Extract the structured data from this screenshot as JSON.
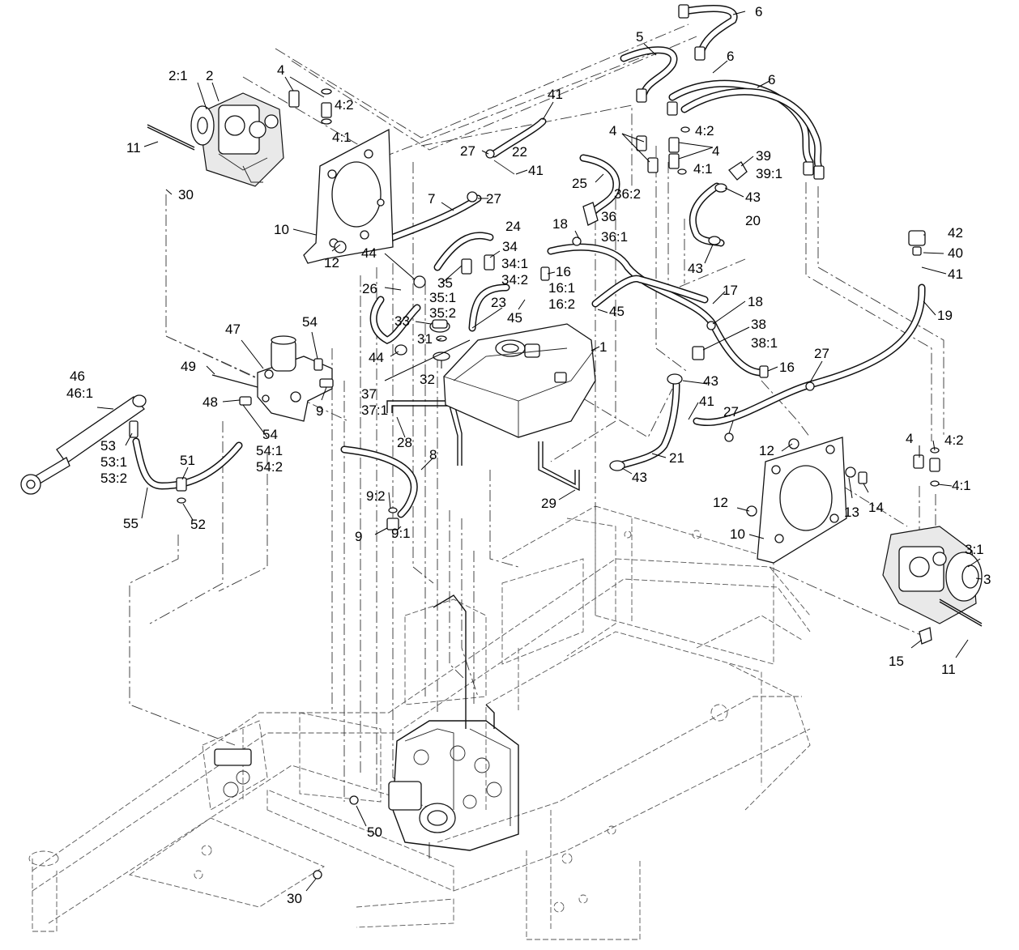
{
  "diagram": {
    "callouts": [
      {
        "id": "c-2-1",
        "text": "2:1"
      },
      {
        "id": "c-2",
        "text": "2"
      },
      {
        "id": "c-4a",
        "text": "4"
      },
      {
        "id": "c-4-2a",
        "text": "4:2"
      },
      {
        "id": "c-4-1a",
        "text": "4:1"
      },
      {
        "id": "c-11a",
        "text": "11"
      },
      {
        "id": "c-30a",
        "text": "30"
      },
      {
        "id": "c-10a",
        "text": "10"
      },
      {
        "id": "c-12a",
        "text": "12"
      },
      {
        "id": "c-5",
        "text": "5"
      },
      {
        "id": "c-6a",
        "text": "6"
      },
      {
        "id": "c-6b",
        "text": "6"
      },
      {
        "id": "c-6c",
        "text": "6"
      },
      {
        "id": "c-41a",
        "text": "41"
      },
      {
        "id": "c-27a",
        "text": "27"
      },
      {
        "id": "c-22",
        "text": "22"
      },
      {
        "id": "c-41b",
        "text": "41"
      },
      {
        "id": "c-7",
        "text": "7"
      },
      {
        "id": "c-27b",
        "text": "27"
      },
      {
        "id": "c-25",
        "text": "25"
      },
      {
        "id": "c-36-2",
        "text": "36:2"
      },
      {
        "id": "c-36",
        "text": "36"
      },
      {
        "id": "c-36-1",
        "text": "36:1"
      },
      {
        "id": "c-4b",
        "text": "4"
      },
      {
        "id": "c-4-2b",
        "text": "4:2"
      },
      {
        "id": "c-4c",
        "text": "4"
      },
      {
        "id": "c-4-1b",
        "text": "4:1"
      },
      {
        "id": "c-39",
        "text": "39"
      },
      {
        "id": "c-39-1",
        "text": "39:1"
      },
      {
        "id": "c-43a",
        "text": "43"
      },
      {
        "id": "c-20",
        "text": "20"
      },
      {
        "id": "c-43b",
        "text": "43"
      },
      {
        "id": "c-24",
        "text": "24"
      },
      {
        "id": "c-18a",
        "text": "18"
      },
      {
        "id": "c-34",
        "text": "34"
      },
      {
        "id": "c-34-1",
        "text": "34:1"
      },
      {
        "id": "c-34-2",
        "text": "34:2"
      },
      {
        "id": "c-16a",
        "text": "16"
      },
      {
        "id": "c-16-1",
        "text": "16:1"
      },
      {
        "id": "c-16-2",
        "text": "16:2"
      },
      {
        "id": "c-44a",
        "text": "44"
      },
      {
        "id": "c-35",
        "text": "35"
      },
      {
        "id": "c-35-1",
        "text": "35:1"
      },
      {
        "id": "c-35-2",
        "text": "35:2"
      },
      {
        "id": "c-26",
        "text": "26"
      },
      {
        "id": "c-23",
        "text": "23"
      },
      {
        "id": "c-45a",
        "text": "45"
      },
      {
        "id": "c-45b",
        "text": "45"
      },
      {
        "id": "c-33",
        "text": "33"
      },
      {
        "id": "c-31",
        "text": "31"
      },
      {
        "id": "c-44b",
        "text": "44"
      },
      {
        "id": "c-32",
        "text": "32"
      },
      {
        "id": "c-1",
        "text": "1"
      },
      {
        "id": "c-17",
        "text": "17"
      },
      {
        "id": "c-18b",
        "text": "18"
      },
      {
        "id": "c-38",
        "text": "38"
      },
      {
        "id": "c-38-1",
        "text": "38:1"
      },
      {
        "id": "c-42",
        "text": "42"
      },
      {
        "id": "c-40",
        "text": "40"
      },
      {
        "id": "c-41c",
        "text": "41"
      },
      {
        "id": "c-19",
        "text": "19"
      },
      {
        "id": "c-47",
        "text": "47"
      },
      {
        "id": "c-54a",
        "text": "54"
      },
      {
        "id": "c-49",
        "text": "49"
      },
      {
        "id": "c-48",
        "text": "48"
      },
      {
        "id": "c-9a",
        "text": "9"
      },
      {
        "id": "c-37",
        "text": "37"
      },
      {
        "id": "c-37-1",
        "text": "37:1"
      },
      {
        "id": "c-16b",
        "text": "16"
      },
      {
        "id": "c-27c",
        "text": "27"
      },
      {
        "id": "c-43c",
        "text": "43"
      },
      {
        "id": "c-41d",
        "text": "41"
      },
      {
        "id": "c-27d",
        "text": "27"
      },
      {
        "id": "c-46",
        "text": "46"
      },
      {
        "id": "c-46-1",
        "text": "46:1"
      },
      {
        "id": "c-54b",
        "text": "54"
      },
      {
        "id": "c-54-1",
        "text": "54:1"
      },
      {
        "id": "c-54-2",
        "text": "54:2"
      },
      {
        "id": "c-28",
        "text": "28"
      },
      {
        "id": "c-8",
        "text": "8"
      },
      {
        "id": "c-21",
        "text": "21"
      },
      {
        "id": "c-43d",
        "text": "43"
      },
      {
        "id": "c-12b",
        "text": "12"
      },
      {
        "id": "c-4d",
        "text": "4"
      },
      {
        "id": "c-4-2c",
        "text": "4:2"
      },
      {
        "id": "c-4-1c",
        "text": "4:1"
      },
      {
        "id": "c-53",
        "text": "53"
      },
      {
        "id": "c-53-1",
        "text": "53:1"
      },
      {
        "id": "c-53-2",
        "text": "53:2"
      },
      {
        "id": "c-51",
        "text": "51"
      },
      {
        "id": "c-29",
        "text": "29"
      },
      {
        "id": "c-12c",
        "text": "12"
      },
      {
        "id": "c-13",
        "text": "13"
      },
      {
        "id": "c-14",
        "text": "14"
      },
      {
        "id": "c-9-2",
        "text": "9:2"
      },
      {
        "id": "c-55",
        "text": "55"
      },
      {
        "id": "c-52",
        "text": "52"
      },
      {
        "id": "c-9b",
        "text": "9"
      },
      {
        "id": "c-9-1",
        "text": "9:1"
      },
      {
        "id": "c-10b",
        "text": "10"
      },
      {
        "id": "c-3-1",
        "text": "3:1"
      },
      {
        "id": "c-3",
        "text": "3"
      },
      {
        "id": "c-15",
        "text": "15"
      },
      {
        "id": "c-11b",
        "text": "11"
      },
      {
        "id": "c-50",
        "text": "50"
      },
      {
        "id": "c-30b",
        "text": "30"
      }
    ]
  }
}
